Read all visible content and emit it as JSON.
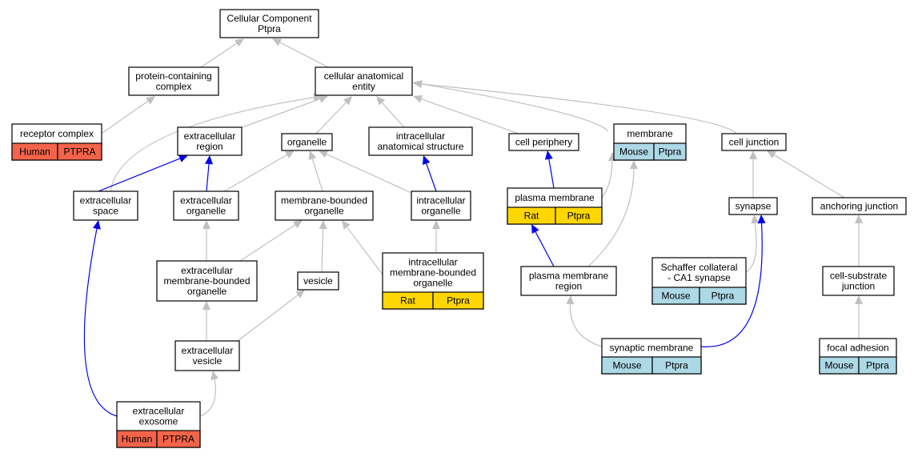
{
  "colors": {
    "gray_edge": "#c0c0c0",
    "blue_edge": "#0000ee",
    "human": "#f4644a",
    "rat": "#ffd700",
    "mouse": "#add8e6"
  },
  "nodes": {
    "root": {
      "lines": [
        "Cellular Component",
        "Ptpra"
      ]
    },
    "protein_complex": {
      "lines": [
        "protein-containing",
        "complex"
      ]
    },
    "cellular_anatomical_entity": {
      "lines": [
        "cellular anatomical",
        "entity"
      ]
    },
    "receptor_complex": {
      "lines": [
        "receptor complex"
      ],
      "tags": [
        {
          "species": "Human",
          "gene": "PTPRA",
          "color": "human"
        }
      ]
    },
    "extracellular_region": {
      "lines": [
        "extracellular",
        "region"
      ]
    },
    "organelle": {
      "lines": [
        "organelle"
      ]
    },
    "intracellular_anatomical_structure": {
      "lines": [
        "intracellular",
        "anatomical structure"
      ]
    },
    "cell_periphery": {
      "lines": [
        "cell periphery"
      ]
    },
    "membrane": {
      "lines": [
        "membrane"
      ],
      "tags": [
        {
          "species": "Mouse",
          "gene": "Ptpra",
          "color": "mouse"
        }
      ]
    },
    "cell_junction": {
      "lines": [
        "cell junction"
      ]
    },
    "extracellular_space": {
      "lines": [
        "extracellular",
        "space"
      ]
    },
    "extracellular_organelle": {
      "lines": [
        "extracellular",
        "organelle"
      ]
    },
    "membrane_bounded_organelle": {
      "lines": [
        "membrane-bounded",
        "organelle"
      ]
    },
    "intracellular_organelle": {
      "lines": [
        "intracellular",
        "organelle"
      ]
    },
    "plasma_membrane": {
      "lines": [
        "plasma membrane"
      ],
      "tags": [
        {
          "species": "Rat",
          "gene": "Ptpra",
          "color": "rat"
        }
      ]
    },
    "synapse": {
      "lines": [
        "synapse"
      ]
    },
    "anchoring_junction": {
      "lines": [
        "anchoring junction"
      ]
    },
    "extracellular_mb_organelle": {
      "lines": [
        "extracellular",
        "membrane-bounded",
        "organelle"
      ]
    },
    "vesicle": {
      "lines": [
        "vesicle"
      ]
    },
    "intracellular_mb_organelle": {
      "lines": [
        "intracellular",
        "membrane-bounded",
        "organelle"
      ],
      "tags": [
        {
          "species": "Rat",
          "gene": "Ptpra",
          "color": "rat"
        }
      ]
    },
    "plasma_membrane_region": {
      "lines": [
        "plasma membrane",
        "region"
      ]
    },
    "schaffer_synapse": {
      "lines": [
        "Schaffer collateral",
        "- CA1 synapse"
      ],
      "tags": [
        {
          "species": "Mouse",
          "gene": "Ptpra",
          "color": "mouse"
        }
      ]
    },
    "cell_substrate_junction": {
      "lines": [
        "cell-substrate",
        "junction"
      ]
    },
    "extracellular_vesicle": {
      "lines": [
        "extracellular",
        "vesicle"
      ]
    },
    "synaptic_membrane": {
      "lines": [
        "synaptic membrane"
      ],
      "tags": [
        {
          "species": "Mouse",
          "gene": "Ptpra",
          "color": "mouse"
        }
      ]
    },
    "focal_adhesion": {
      "lines": [
        "focal adhesion"
      ],
      "tags": [
        {
          "species": "Mouse",
          "gene": "Ptpra",
          "color": "mouse"
        }
      ]
    },
    "extracellular_exosome": {
      "lines": [
        "extracellular",
        "exosome"
      ],
      "tags": [
        {
          "species": "Human",
          "gene": "PTPRA",
          "color": "human"
        }
      ]
    }
  },
  "edges": [
    {
      "from": "protein_complex",
      "to": "root",
      "kind": "is_a"
    },
    {
      "from": "cellular_anatomical_entity",
      "to": "root",
      "kind": "is_a"
    },
    {
      "from": "receptor_complex",
      "to": "protein_complex",
      "kind": "is_a"
    },
    {
      "from": "extracellular_region",
      "to": "cellular_anatomical_entity",
      "kind": "is_a"
    },
    {
      "from": "organelle",
      "to": "cellular_anatomical_entity",
      "kind": "is_a"
    },
    {
      "from": "intracellular_anatomical_structure",
      "to": "cellular_anatomical_entity",
      "kind": "is_a"
    },
    {
      "from": "cell_periphery",
      "to": "cellular_anatomical_entity",
      "kind": "is_a"
    },
    {
      "from": "membrane",
      "to": "cellular_anatomical_entity",
      "kind": "is_a"
    },
    {
      "from": "cell_junction",
      "to": "cellular_anatomical_entity",
      "kind": "is_a"
    },
    {
      "from": "extracellular_space",
      "to": "cellular_anatomical_entity",
      "kind": "is_a"
    },
    {
      "from": "extracellular_space",
      "to": "extracellular_region",
      "kind": "part_of"
    },
    {
      "from": "extracellular_organelle",
      "to": "extracellular_region",
      "kind": "part_of"
    },
    {
      "from": "extracellular_organelle",
      "to": "organelle",
      "kind": "is_a"
    },
    {
      "from": "membrane_bounded_organelle",
      "to": "organelle",
      "kind": "is_a"
    },
    {
      "from": "intracellular_organelle",
      "to": "organelle",
      "kind": "is_a"
    },
    {
      "from": "intracellular_organelle",
      "to": "intracellular_anatomical_structure",
      "kind": "part_of"
    },
    {
      "from": "plasma_membrane",
      "to": "cell_periphery",
      "kind": "part_of"
    },
    {
      "from": "plasma_membrane",
      "to": "membrane",
      "kind": "is_a"
    },
    {
      "from": "synapse",
      "to": "cell_junction",
      "kind": "is_a"
    },
    {
      "from": "anchoring_junction",
      "to": "cell_junction",
      "kind": "is_a"
    },
    {
      "from": "extracellular_mb_organelle",
      "to": "extracellular_organelle",
      "kind": "is_a"
    },
    {
      "from": "extracellular_mb_organelle",
      "to": "membrane_bounded_organelle",
      "kind": "is_a"
    },
    {
      "from": "vesicle",
      "to": "membrane_bounded_organelle",
      "kind": "is_a"
    },
    {
      "from": "intracellular_mb_organelle",
      "to": "membrane_bounded_organelle",
      "kind": "is_a"
    },
    {
      "from": "intracellular_mb_organelle",
      "to": "intracellular_organelle",
      "kind": "is_a"
    },
    {
      "from": "plasma_membrane_region",
      "to": "plasma_membrane",
      "kind": "part_of"
    },
    {
      "from": "plasma_membrane_region",
      "to": "membrane",
      "kind": "is_a"
    },
    {
      "from": "schaffer_synapse",
      "to": "synapse",
      "kind": "is_a"
    },
    {
      "from": "cell_substrate_junction",
      "to": "anchoring_junction",
      "kind": "is_a"
    },
    {
      "from": "extracellular_vesicle",
      "to": "extracellular_mb_organelle",
      "kind": "is_a"
    },
    {
      "from": "extracellular_vesicle",
      "to": "vesicle",
      "kind": "is_a"
    },
    {
      "from": "synaptic_membrane",
      "to": "plasma_membrane_region",
      "kind": "is_a"
    },
    {
      "from": "synaptic_membrane",
      "to": "synapse",
      "kind": "part_of"
    },
    {
      "from": "focal_adhesion",
      "to": "cell_substrate_junction",
      "kind": "is_a"
    },
    {
      "from": "extracellular_exosome",
      "to": "extracellular_vesicle",
      "kind": "is_a"
    },
    {
      "from": "extracellular_exosome",
      "to": "extracellular_space",
      "kind": "part_of"
    }
  ]
}
